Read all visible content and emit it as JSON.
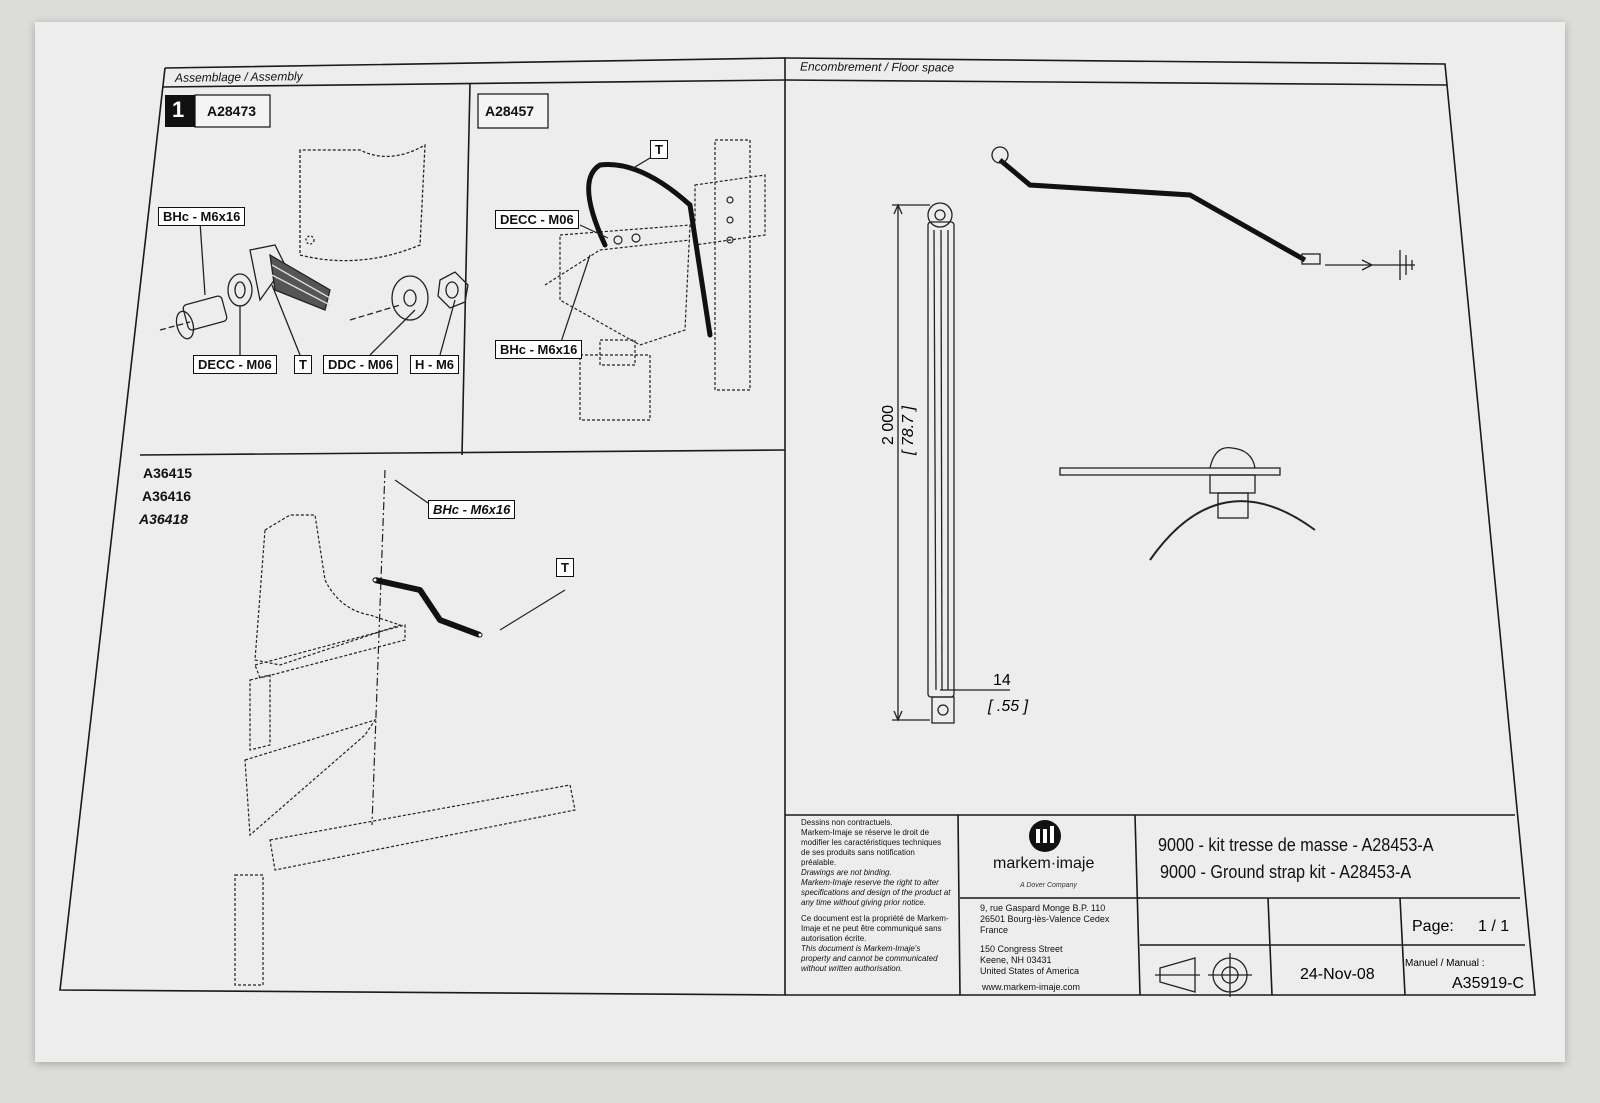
{
  "headers": {
    "assembly": "Assemblage / Assembly",
    "floor_space": "Encombrement / Floor space"
  },
  "panel1": {
    "step": "1",
    "ref": "A28473",
    "labels": [
      "BHc - M6x16",
      "DECC - M06",
      "T",
      "DDC - M06",
      "H - M6"
    ]
  },
  "panel2": {
    "ref": "A28457",
    "labels": [
      "T",
      "DECC - M06",
      "BHc - M6x16"
    ]
  },
  "panel3": {
    "refs": [
      "A36415",
      "A36416",
      "A36418"
    ],
    "labels": [
      "BHc - M6x16",
      "T"
    ]
  },
  "dimensions": {
    "length": "2 000",
    "length_in": "[ 78.7 ]",
    "width": "14",
    "width_in": "[ .55 ]"
  },
  "title_block": {
    "notice_fr_title": "Dessins non contractuels.",
    "notice_fr": "Markem-Imaje se réserve le droit de modifier les caractéristiques techniques de ses produits sans notification préalable.",
    "notice_en_title": "Drawings are not binding.",
    "notice_en": "Markem-Imaje reserve the right to alter specifications and design of the product at any time without giving prior notice.",
    "property_fr": "Ce document est la propriété de Markem-Imaje et ne peut être communiqué sans autorisation écrite.",
    "property_en": "This document is Markem-Imaje's property and cannot be communicated without written authorisation.",
    "brand": "markem·imaje",
    "brand_sub": "A Dover Company",
    "address_fr": [
      "9, rue Gaspard Monge B.P. 110",
      "26501 Bourg-lès-Valence Cedex",
      "France"
    ],
    "address_us": [
      "150 Congress Street",
      "Keene, NH 03431",
      "United States of America"
    ],
    "website": "www.markem-imaje.com",
    "title_fr": "9000 - kit tresse de masse - A28453-A",
    "title_en": "9000 - Ground strap kit - A28453-A",
    "page_label": "Page:",
    "page_value": "1 / 1",
    "date": "24-Nov-08",
    "manual_label": "Manuel / Manual :",
    "manual_value": "A35919-C"
  }
}
